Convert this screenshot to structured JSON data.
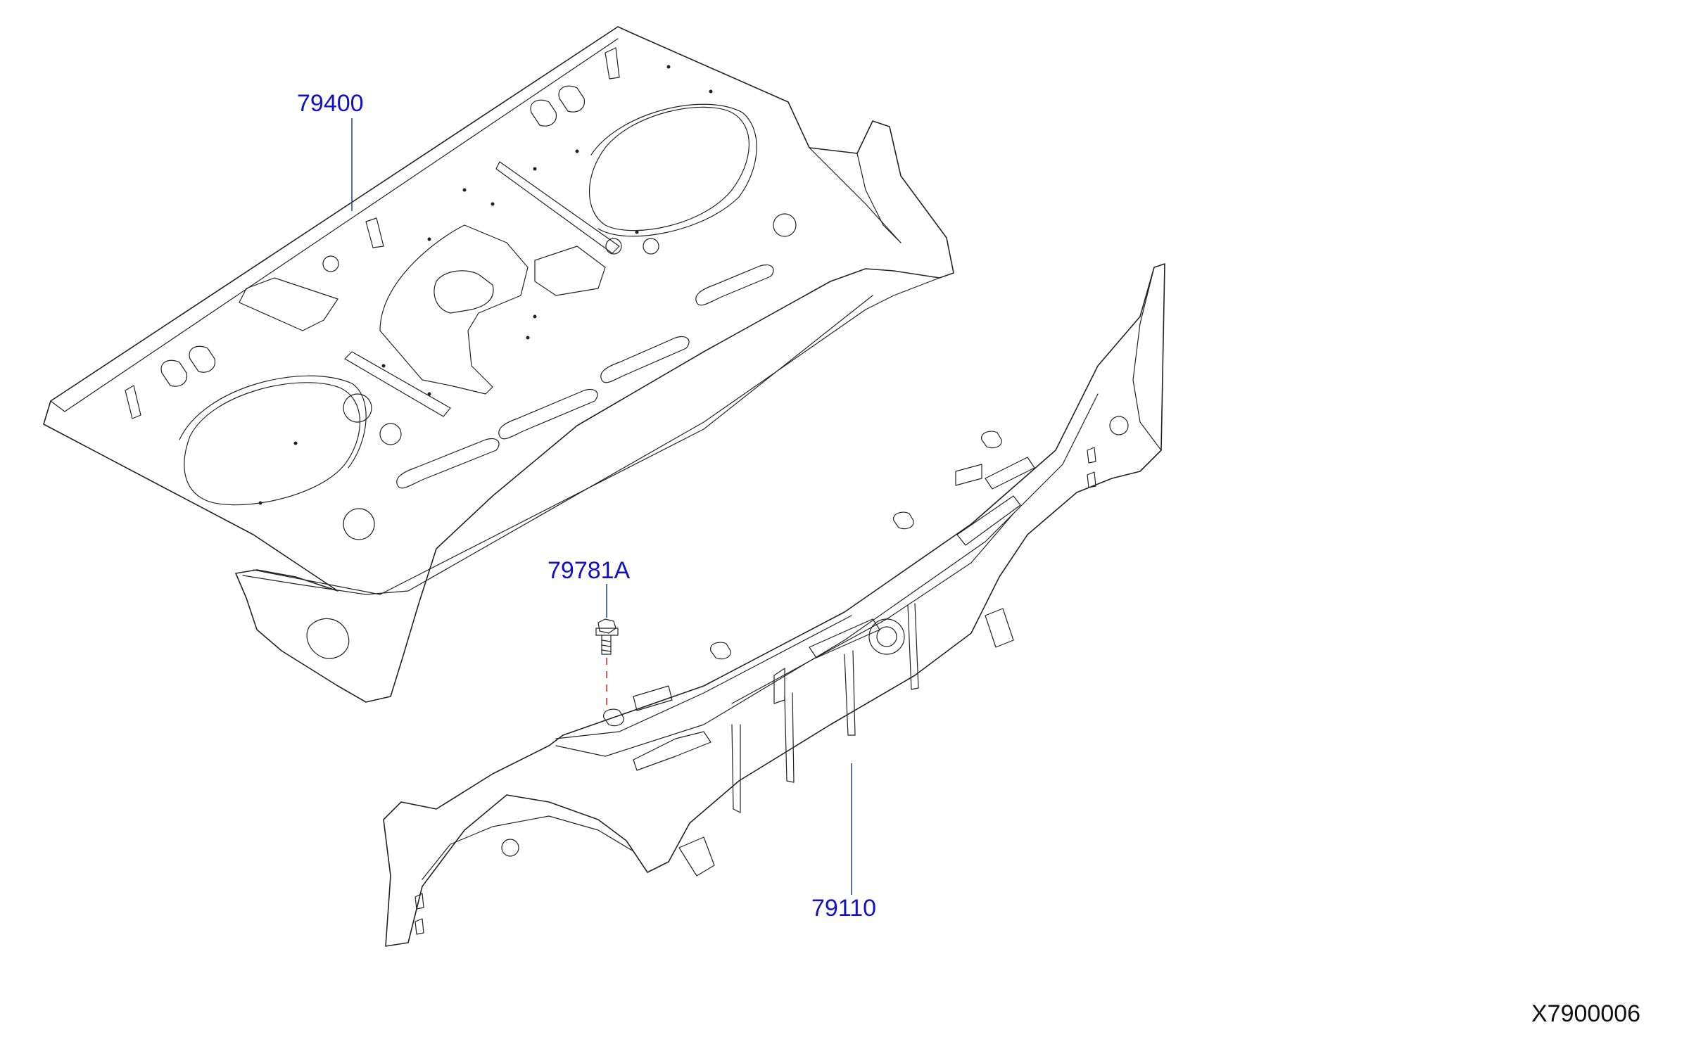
{
  "parts": [
    {
      "id": "part-79400",
      "number": "79400"
    },
    {
      "id": "part-79781A",
      "number": "79781A"
    },
    {
      "id": "part-79110",
      "number": "79110"
    }
  ],
  "diagram_code": "X7900006",
  "colors": {
    "label": "#1010c8",
    "leader": "#1f3f9a",
    "dashed_link": "#dd2222",
    "outline": "#222222"
  }
}
